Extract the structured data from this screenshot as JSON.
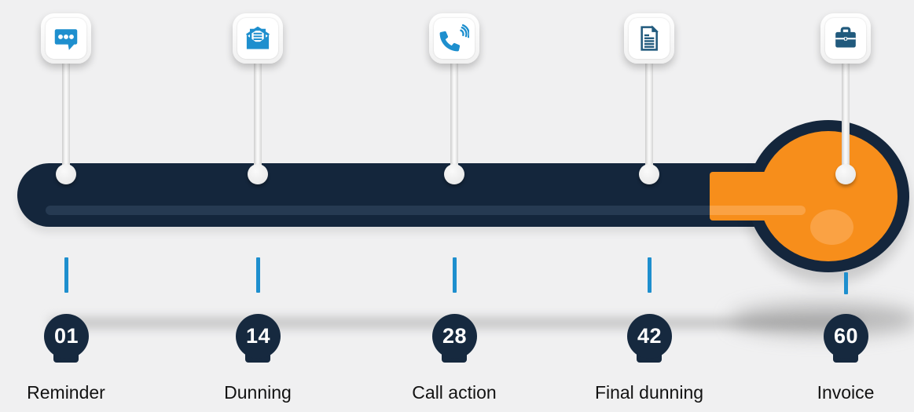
{
  "diagram": {
    "type": "timeline",
    "subject": "dunning-process-days-overdue",
    "stages": [
      {
        "day": "01",
        "label": "Reminder",
        "icon": "chat-dots-icon"
      },
      {
        "day": "14",
        "label": "Dunning",
        "icon": "open-envelope-letter-icon"
      },
      {
        "day": "28",
        "label": "Call action",
        "icon": "phone-call-icon"
      },
      {
        "day": "42",
        "label": "Final dunning",
        "icon": "document-icon"
      },
      {
        "day": "60",
        "label": "Invoice",
        "icon": "briefcase-icon"
      }
    ],
    "colors": {
      "background": "#f0f0f1",
      "bar_navy": "#14263c",
      "bar_inner_stripe": "#263a52",
      "accent_orange": "#f78e1b",
      "accent_orange_light": "#faa244",
      "icon_blue": "#1e8fce",
      "icon_dark_blue": "#215a7d",
      "tick_blue": "#1e8fce",
      "badge_navy": "#16293f",
      "label_text": "#121212"
    }
  }
}
